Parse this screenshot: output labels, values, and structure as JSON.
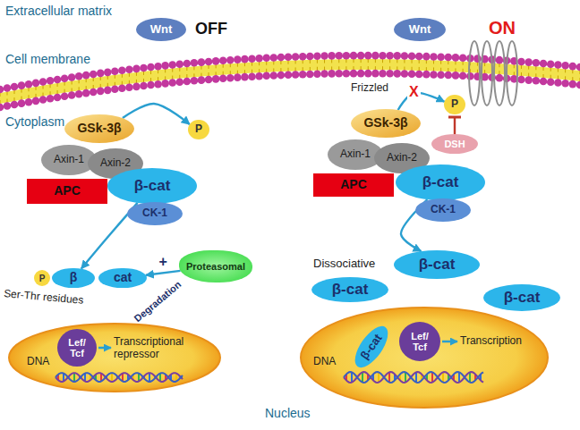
{
  "diagram": {
    "nodes": [
      {
        "text": [
          "Wnt"
        ]
      },
      {
        "text": [
          "GSk-3β"
        ]
      },
      {
        "text": [
          "Axin-1"
        ]
      },
      {
        "text": [
          "Axin-2"
        ]
      },
      {
        "text": [
          "APC"
        ]
      },
      {
        "text": [
          "β-cat"
        ]
      },
      {
        "text": [
          "CK-1"
        ]
      },
      {
        "text": [
          "P"
        ]
      },
      {
        "text": [
          "Proteasomal"
        ]
      },
      {
        "text": [
          "β"
        ]
      },
      {
        "text": [
          "cat"
        ]
      },
      {
        "text": [
          "P"
        ]
      },
      {
        "text": [
          "Lef/ Tcf"
        ]
      },
      {
        "text": [
          "Wnt"
        ]
      },
      {
        "text": [
          "GSk-3β"
        ]
      },
      {
        "text": [
          "Axin-1"
        ]
      },
      {
        "text": [
          "Axin-2"
        ]
      },
      {
        "text": [
          "APC"
        ]
      },
      {
        "text": [
          "β-cat"
        ]
      },
      {
        "text": [
          "CK-1"
        ]
      },
      {
        "text": [
          "P"
        ]
      },
      {
        "text": [
          "DSH"
        ]
      },
      {
        "text": [
          "β-cat"
        ]
      },
      {
        "text": [
          "β-cat"
        ]
      },
      {
        "text": [
          "β-cat"
        ]
      },
      {
        "text": [
          "β-cat"
        ]
      },
      {
        "text": [
          "Lef/ Tcf"
        ]
      }
    ],
    "edges": [
      {
        "from": 1,
        "to": 7,
        "arrow": "to"
      },
      {
        "from": 5,
        "to": 9,
        "arrow": "to"
      },
      {
        "from": 8,
        "to": 10,
        "arrow": "to",
        "label": "+"
      },
      {
        "from": 14,
        "to": 20,
        "arrow": "to"
      },
      {
        "from": 21,
        "to": 20,
        "arrow": "none"
      },
      {
        "from": 18,
        "to": 22,
        "arrow": "to"
      }
    ],
    "labels": [
      "Extracellular matrix",
      "OFF",
      "ON",
      "Cell membrane",
      "Frizzled",
      "Cytoplasm",
      "X",
      "Dissociative",
      "Ser-Thr residues",
      "Degradation",
      "Transcriptional repressor",
      "Transcription",
      "DNA",
      "DNA",
      "Nucleus"
    ]
  }
}
